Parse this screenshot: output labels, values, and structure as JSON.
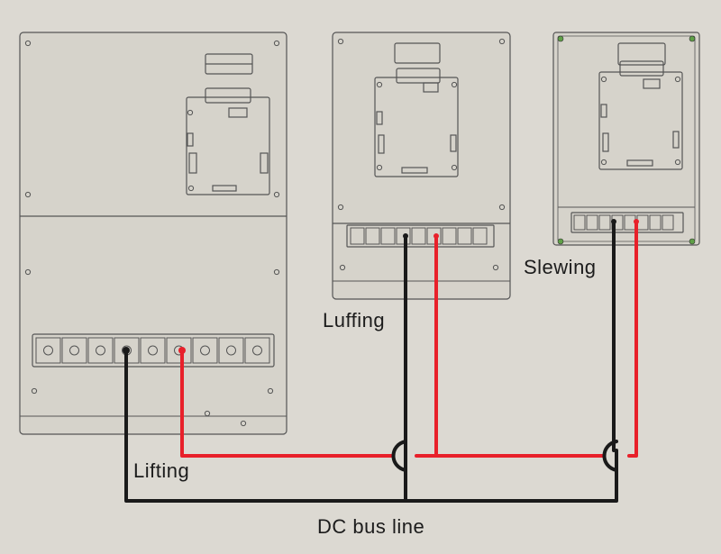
{
  "labels": {
    "lifting": "Lifting",
    "luffing": "Luffing",
    "slewing": "Slewing",
    "bus": "DC bus line"
  },
  "colors": {
    "background": "#dcd9d2",
    "panel_fill": "#d6d3cb",
    "outline": "#555555",
    "wire_negative": "#1a1a1a",
    "wire_positive": "#e8202a"
  }
}
